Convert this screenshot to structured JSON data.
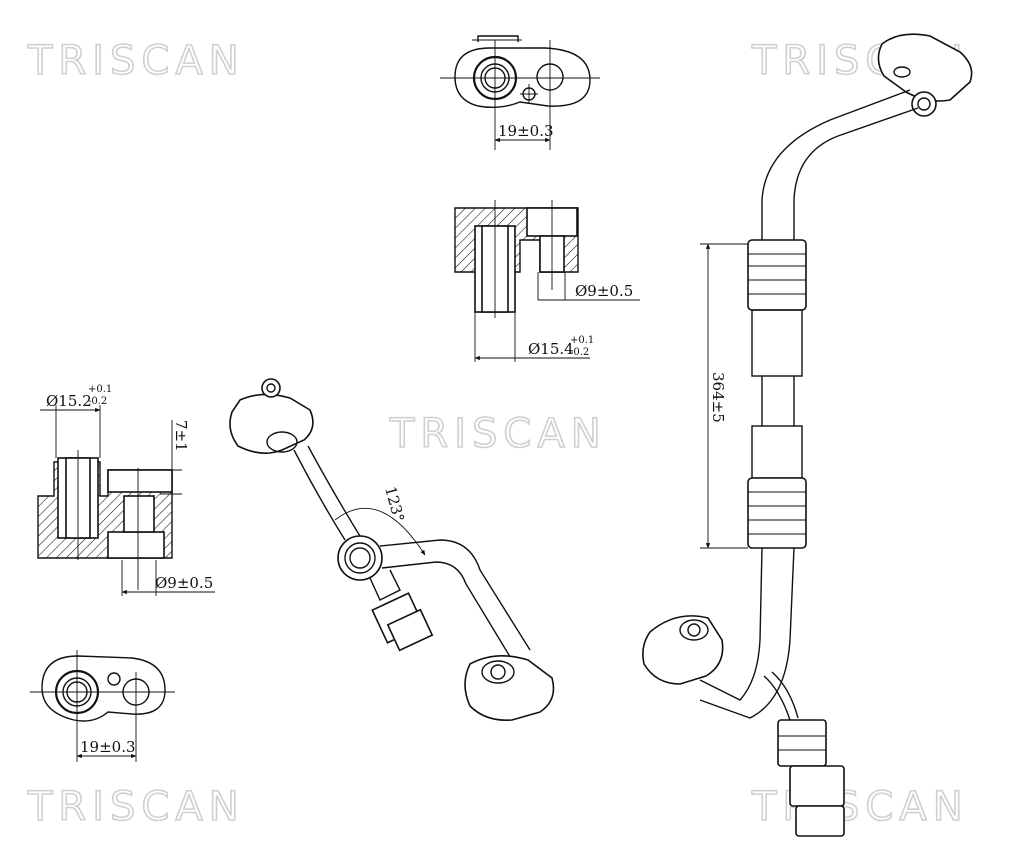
{
  "brand": {
    "watermark": "TRISCAN"
  },
  "dimensions": {
    "top_spacing": "19±0.3",
    "top_small_bore": "Ø9±0.5",
    "top_large_bore": "Ø15.4",
    "top_large_bore_tol_upper": "+0.1",
    "top_large_bore_tol_lower": "-0.2",
    "left_large_bore": "Ø15.2",
    "left_large_bore_tol_upper": "+0.1",
    "left_large_bore_tol_lower": "-0.2",
    "left_offset": "7±1",
    "left_small_bore": "Ø9±0.5",
    "left_spacing": "19±0.3",
    "bend_angle": "123°",
    "pipe_length": "364±5"
  },
  "colors": {
    "line": "#111111",
    "watermark": "#d0d0d0"
  }
}
